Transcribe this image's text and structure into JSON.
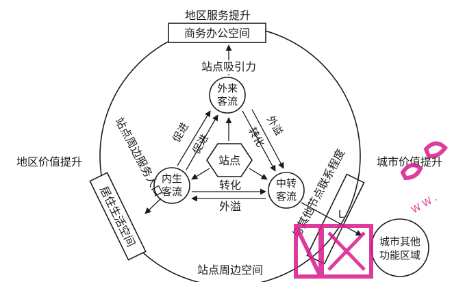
{
  "top": {
    "caption": "地区服务提升",
    "box": "商务办公空间"
  },
  "left": {
    "caption": "地区价值提升",
    "box": "居住生活空间"
  },
  "right": {
    "caption": "城市价值提升"
  },
  "outer": {
    "attraction": "站点吸引力",
    "service_pop": "站点周边服务人口",
    "connection": "与其他节点联系程度",
    "surrounding": "站点周边空间"
  },
  "nodes": {
    "external": [
      "外来",
      "客流"
    ],
    "internal": [
      "内生",
      "客流"
    ],
    "transfer": [
      "中转",
      "客流"
    ],
    "station": "站点",
    "other_area": [
      "城市其他",
      "功能区域"
    ]
  },
  "arrows": {
    "promote_outer": "促进",
    "promote_inner": "促进",
    "transform_diag": "转化",
    "spill_diag": "外溢",
    "transform_horiz": "转化",
    "spill_horiz": "外溢",
    "L": "L"
  },
  "watermark": {
    "color": "#d81b8c"
  }
}
